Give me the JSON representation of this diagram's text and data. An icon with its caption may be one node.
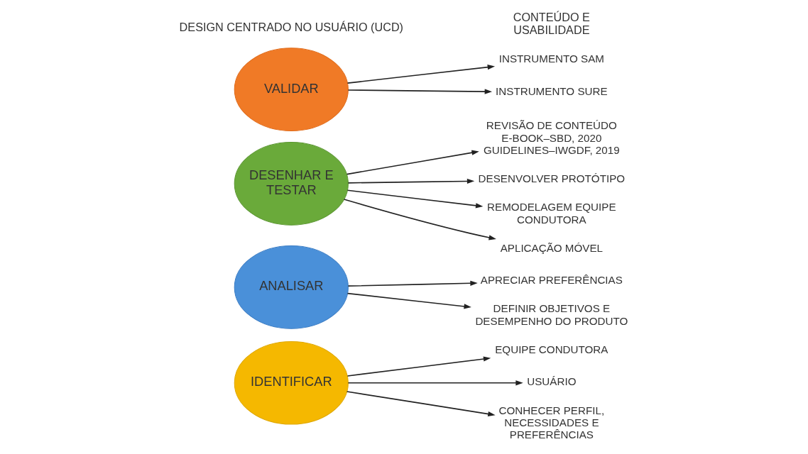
{
  "diagram": {
    "nodes": [
      {
        "text": [
          "IDENTIFICAR"
        ]
      },
      {
        "text": [
          "ANALISAR"
        ]
      },
      {
        "text": [
          "DESENHAR E TESTAR"
        ]
      },
      {
        "text": [
          "VALIDAR"
        ]
      },
      {
        "text": [
          "EQUIPE CONDUTORA"
        ]
      },
      {
        "text": [
          "USUÁRIO"
        ]
      },
      {
        "text": [
          "CONHECER PERFIL, NECESSIDADES E PREFERÊNCIAS"
        ]
      },
      {
        "text": [
          "APRECIAR PREFERÊNCIAS"
        ]
      },
      {
        "text": [
          "DEFINIR OBJETIVOS E DESEMPENHO DO PRODUTO"
        ]
      },
      {
        "text": [
          "REVISÃO DE CONTEÚDO E-BOOK–SBD, 2020 GUIDELINES–IWGDF, 2019"
        ]
      },
      {
        "text": [
          "DESENVOLVER PROTÓTIPO"
        ]
      },
      {
        "text": [
          "REMODELAGEM EQUIPE CONDUTORA"
        ]
      },
      {
        "text": [
          "APLICAÇÃO MÓVEL"
        ]
      },
      {
        "text": [
          "INSTRUMENTO SAM"
        ]
      },
      {
        "text": [
          "INSTRUMENTO SURE"
        ]
      }
    ],
    "edges": [
      {
        "from": 0,
        "to": 4,
        "arrow": "to"
      },
      {
        "from": 0,
        "to": 5,
        "arrow": "to"
      },
      {
        "from": 0,
        "to": 6,
        "arrow": "to"
      },
      {
        "from": 1,
        "to": 7,
        "arrow": "to"
      },
      {
        "from": 1,
        "to": 8,
        "arrow": "to"
      },
      {
        "from": 2,
        "to": 9,
        "arrow": "to"
      },
      {
        "from": 2,
        "to": 10,
        "arrow": "to"
      },
      {
        "from": 2,
        "to": 11,
        "arrow": "to"
      },
      {
        "from": 2,
        "to": 12,
        "arrow": "to"
      },
      {
        "from": 3,
        "to": 13,
        "arrow": "to"
      },
      {
        "from": 3,
        "to": 14,
        "arrow": "to"
      }
    ],
    "labels": [
      "DESIGN CENTRADO NO USUÁRIO (UCD)",
      "CONTEÚDO E USABILIDADE"
    ]
  }
}
